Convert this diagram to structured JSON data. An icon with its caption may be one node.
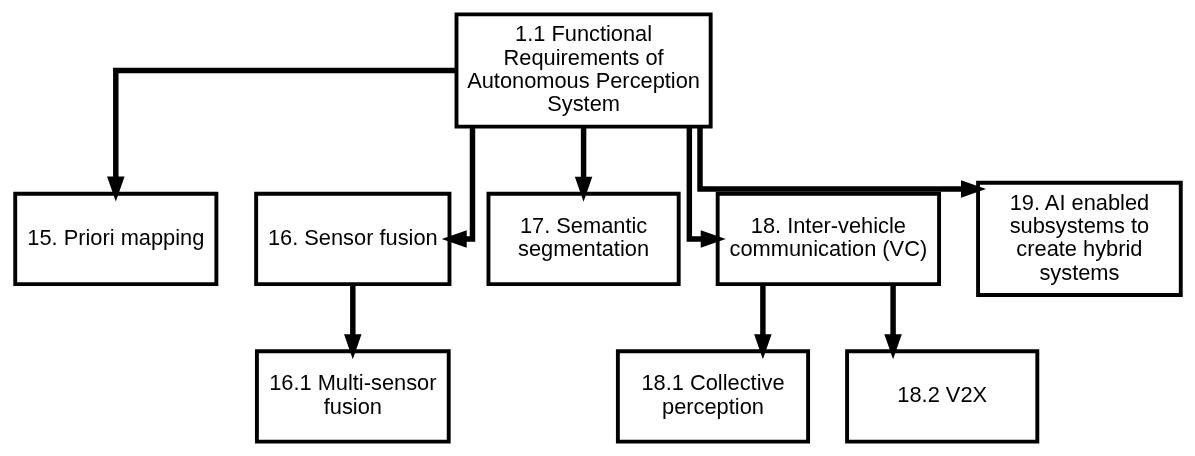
{
  "diagram": {
    "nodes": [
      {
        "text": [
          "1.1 Functional Requirements of Autonomous Perception System"
        ]
      },
      {
        "text": [
          "15. Priori mapping"
        ]
      },
      {
        "text": [
          "16. Sensor fusion"
        ]
      },
      {
        "text": [
          "17. Semantic segmentation"
        ]
      },
      {
        "text": [
          "18. Inter-vehicle communication (VC)"
        ]
      },
      {
        "text": [
          "19. AI enabled subsystems to create hybrid systems"
        ]
      },
      {
        "text": [
          "16.1 Multi-sensor fusion"
        ]
      },
      {
        "text": [
          "18.1 Collective perception"
        ]
      },
      {
        "text": [
          "18.2 V2X"
        ]
      }
    ],
    "edges": [
      {
        "from": 0,
        "to": 1,
        "arrow": "to"
      },
      {
        "from": 0,
        "to": 2,
        "arrow": "to"
      },
      {
        "from": 0,
        "to": 3,
        "arrow": "to"
      },
      {
        "from": 0,
        "to": 4,
        "arrow": "to"
      },
      {
        "from": 0,
        "to": 5,
        "arrow": "to"
      },
      {
        "from": 2,
        "to": 6,
        "arrow": "to"
      },
      {
        "from": 4,
        "to": 7,
        "arrow": "to"
      },
      {
        "from": 4,
        "to": 8,
        "arrow": "to"
      }
    ]
  }
}
